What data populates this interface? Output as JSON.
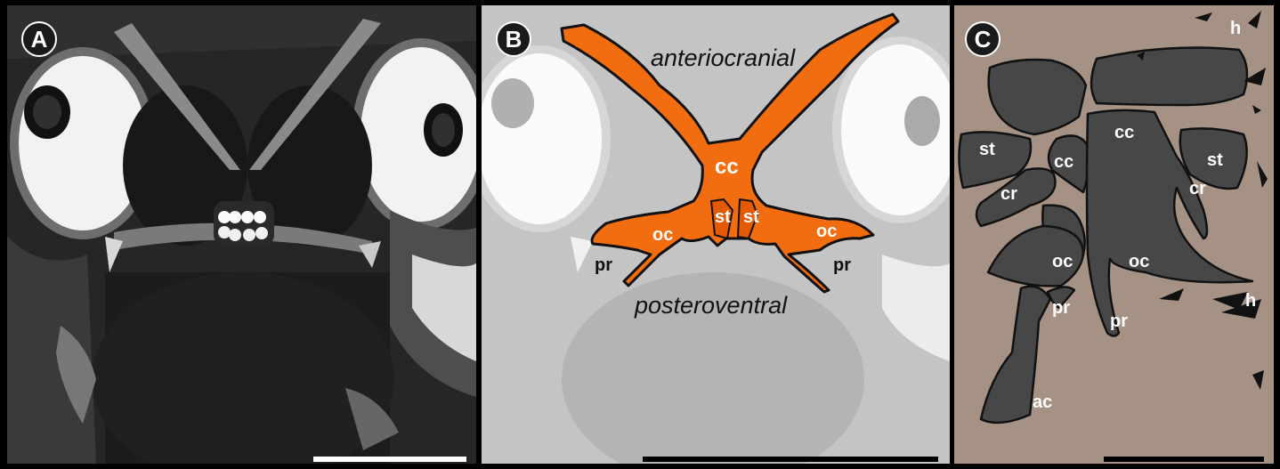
{
  "panels": {
    "a": {
      "letter": "A"
    },
    "b": {
      "letter": "B",
      "orientation_top": "anteriocranial",
      "orientation_bottom": "posteroventral",
      "labels": {
        "cc": "cc",
        "st_left": "st",
        "st_right": "st",
        "oc_left": "oc",
        "oc_right": "oc",
        "pr_left": "pr",
        "pr_right": "pr"
      }
    },
    "c": {
      "letter": "C",
      "labels": {
        "h_top": "h",
        "h_bottom": "h",
        "st_left": "st",
        "st_right": "st",
        "cc_center": "cc",
        "cc_left": "cc",
        "cr_left": "cr",
        "cr_right": "cr",
        "oc_left": "oc",
        "oc_right": "oc",
        "pr_left": "pr",
        "pr_right": "pr",
        "ac": "ac"
      }
    }
  },
  "colors": {
    "cartilage": "#f26d0f",
    "bone_fragments": "#474747",
    "background_c": "#a59285"
  }
}
